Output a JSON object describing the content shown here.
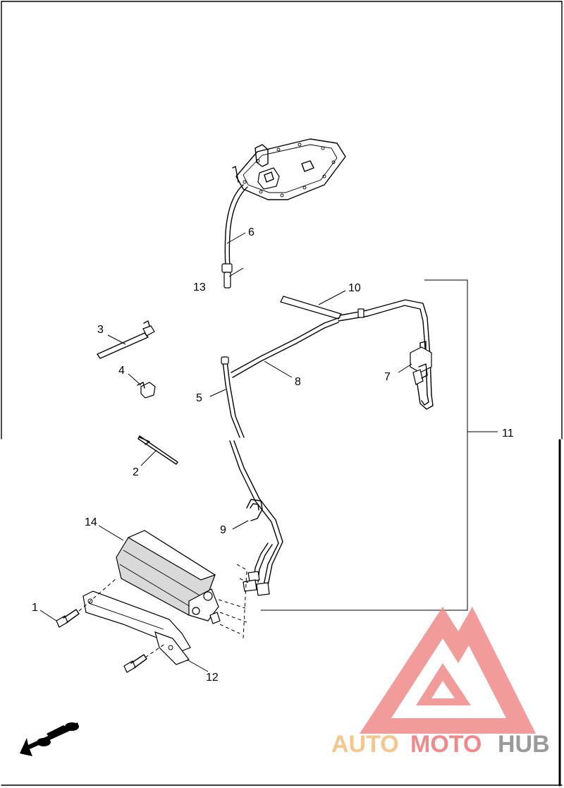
{
  "callouts": {
    "c1": "1",
    "c2": "2",
    "c3": "3",
    "c4": "4",
    "c5": "5",
    "c6": "6",
    "c7": "7",
    "c8": "8",
    "c9": "9",
    "c10": "10",
    "c11": "11",
    "c12": "12",
    "c13": "13",
    "c14": "14"
  },
  "watermark": {
    "part1": "AUTO",
    "part2": "MOTO",
    "part3": "HUB",
    "color_part1": "#f6c68c",
    "color_part2": "#f08a8a",
    "color_part3": "#9a9a9a",
    "logo_color": "#f08a8a"
  },
  "icons": [
    "motorcycle-front-direction-icon",
    "automotohub-logo-icon"
  ]
}
